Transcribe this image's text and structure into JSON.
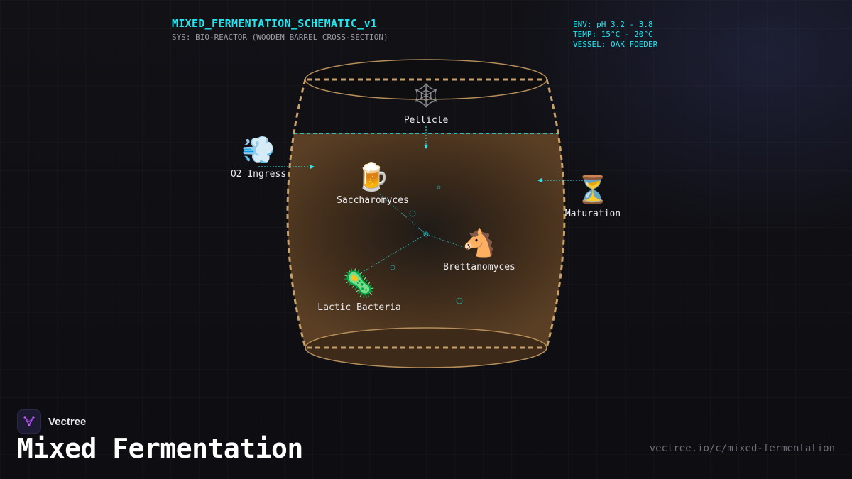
{
  "header": {
    "title": "MIXED_FERMENTATION_SCHEMATIC_v1",
    "subtitle": "SYS: BIO-REACTOR (WOODEN BARREL CROSS-SECTION)"
  },
  "env": {
    "ph": "ENV: pH 3.2 - 3.8",
    "temp": "TEMP: 15°C - 20°C",
    "vessel": "VESSEL: OAK FOEDER"
  },
  "nodes": {
    "pellicle": {
      "label": "Pellicle",
      "icon": "🕸"
    },
    "o2": {
      "label": "O2 Ingress",
      "icon": "💨"
    },
    "sacch": {
      "label": "Saccharomyces",
      "icon": "🍺"
    },
    "maturation": {
      "label": "Maturation",
      "icon": "⏳"
    },
    "brett": {
      "label": "Brettanomyces",
      "icon": "🐴"
    },
    "lacto": {
      "label": "Lactic Bacteria",
      "icon": "🦠"
    }
  },
  "colors": {
    "accent": "#22e6f0",
    "barrel_outline": "#c8a06a",
    "liquid": "#5a3f24",
    "background": "#0f0f13"
  },
  "footer": {
    "brand": "Vectree",
    "title": "Mixed Fermentation",
    "url": "vectree.io/c/mixed-fermentation"
  }
}
